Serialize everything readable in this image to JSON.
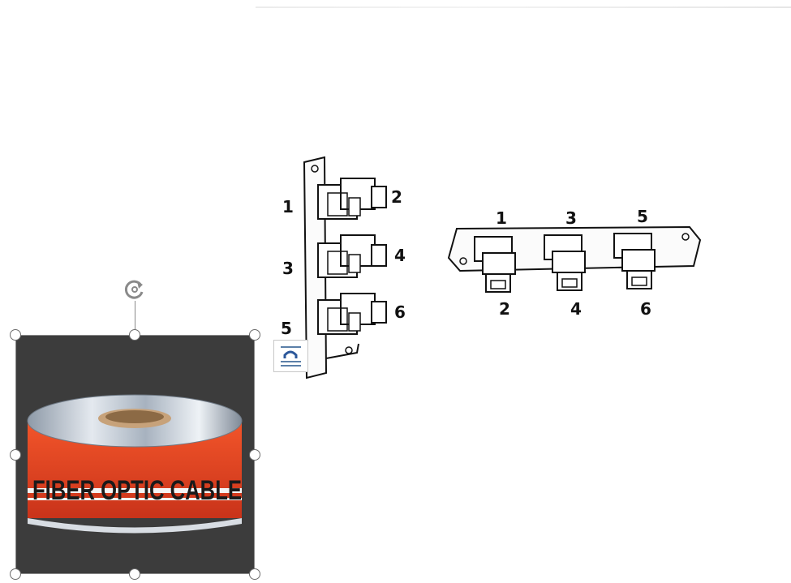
{
  "document": {
    "drawing_vertical": {
      "labels": [
        "1",
        "2",
        "3",
        "4",
        "5",
        "6"
      ]
    },
    "drawing_horizontal": {
      "top_labels": [
        "1",
        "3",
        "5"
      ],
      "bottom_labels": [
        "2",
        "4",
        "6"
      ]
    },
    "selected_picture": {
      "tape_text": "FIBER OPTIC CABLE",
      "tape_color": "#e8431f",
      "frame_color": "#3c3c3c"
    },
    "icons": {
      "layout_options": "layout-options-icon",
      "rotate": "rotate-handle-icon"
    }
  }
}
